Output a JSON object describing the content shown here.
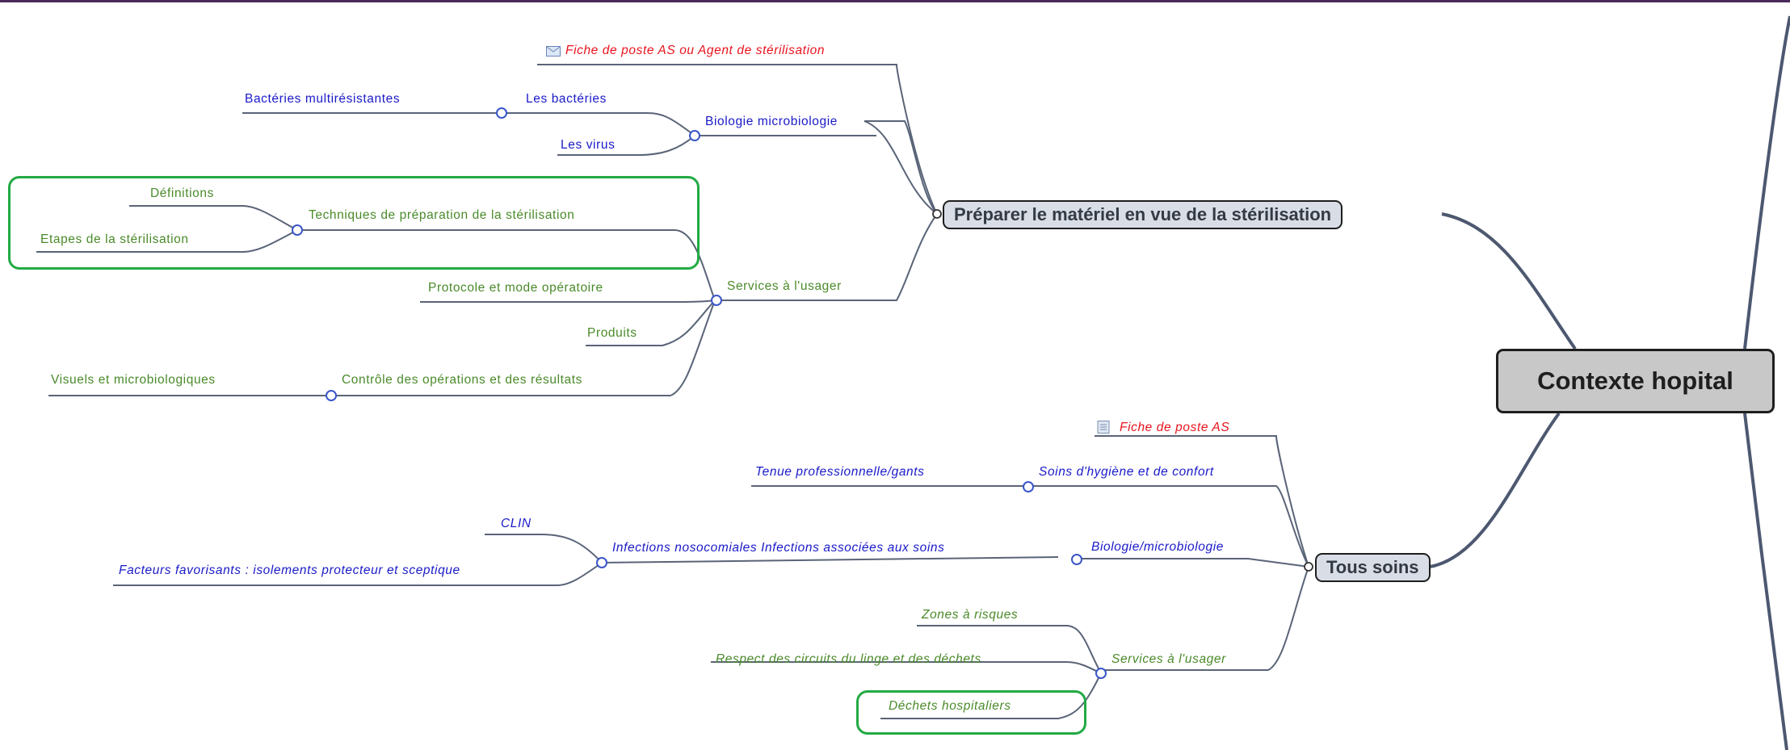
{
  "central": "Contexte hopital",
  "branch1": {
    "title": "Préparer le matériel en vue de la stérilisation",
    "fiche": "Fiche de poste AS ou Agent de stérilisation",
    "bio": "Biologie microbiologie",
    "bacteries": "Les bactéries",
    "bmr": "Bactéries multirésistantes",
    "virus": "Les virus",
    "services": "Services à l'usager",
    "techniques": "Techniques de préparation de la stérilisation",
    "definitions": "Définitions",
    "etapes": "Etapes de la stérilisation",
    "protocole": "Protocole et mode opératoire",
    "produits": "Produits",
    "controle": "Contrôle des opérations et des résultats",
    "visuels": "Visuels et microbiologiques"
  },
  "branch2": {
    "title": "Tous soins",
    "fiche": "Fiche de poste AS",
    "soins": "Soins d'hygiène et de confort",
    "tenue": "Tenue professionnelle/gants",
    "bio": "Biologie/microbiologie",
    "infections": "Infections nosocomiales Infections associées aux soins",
    "clin": "CLIN",
    "facteurs": "Facteurs favorisants : isolements protecteur et sceptique",
    "services": "Services à l'usager",
    "zones": "Zones à risques",
    "respect": "Respect des circuits du linge et des déchets",
    "dechets": "Déchets hospitaliers"
  },
  "colors": {
    "topic": "#1a1ac8",
    "subtopic": "#4a8a2a",
    "link": "#e8141e",
    "highlight": "#22aa44",
    "connector": "#5a6478"
  },
  "icons": [
    "envelope-icon",
    "document-icon"
  ]
}
